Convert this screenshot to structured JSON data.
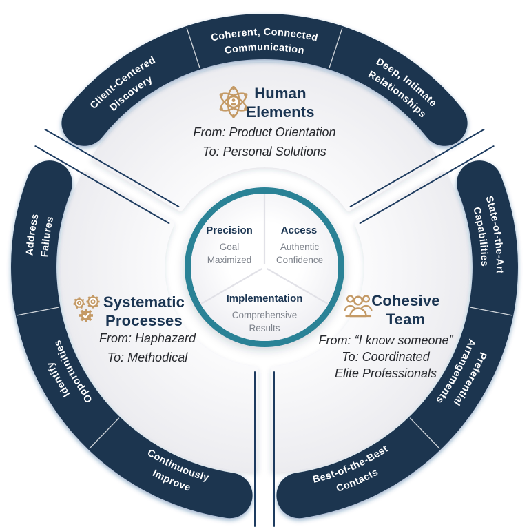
{
  "colors": {
    "navy": "#1b3450",
    "navyText": "#1b3552",
    "teal": "#2b8296",
    "tan": "#c49a66",
    "sectorFill": "#f0f0f3",
    "subtext": "#7d828b",
    "bodyText": "#26282d",
    "white": "#ffffff"
  },
  "bands": [
    {
      "position": "top",
      "segments": [
        {
          "lines": [
            "Client-Centered",
            "Discovery"
          ],
          "angle": -37.5,
          "dir": "cw"
        },
        {
          "lines": [
            "Coherent, Connected",
            "Communication"
          ],
          "angle": 0,
          "dir": "cw"
        },
        {
          "lines": [
            "Deep, Intimate",
            "Relationships"
          ],
          "angle": 37.5,
          "dir": "cw"
        }
      ]
    },
    {
      "position": "right",
      "segments": [
        {
          "lines": [
            "State-of-the-Art",
            "Capabilities"
          ],
          "angle": 82,
          "dir": "cw"
        },
        {
          "lines": [
            "Preferential",
            "Arrangements"
          ],
          "angle": 118.5,
          "dir": "cw"
        },
        {
          "lines": [
            "Best-of-the-Best",
            "Contacts"
          ],
          "angle": 156.5,
          "dir": "ccw"
        }
      ]
    },
    {
      "position": "left",
      "segments": [
        {
          "lines": [
            "Address",
            "Failures"
          ],
          "angle": 278,
          "dir": "cw"
        },
        {
          "lines": [
            "Identify",
            "Opportunities"
          ],
          "angle": 241.5,
          "dir": "cw"
        },
        {
          "lines": [
            "Continuously",
            "Improve"
          ],
          "angle": 203.5,
          "dir": "ccw"
        }
      ]
    }
  ],
  "sections": {
    "human": {
      "icon": "atom-people-icon",
      "title": [
        "Human",
        "Elements"
      ],
      "details": [
        "From: Product Orientation",
        "To: Personal Solutions"
      ]
    },
    "systematic": {
      "icon": "gears-icon",
      "title": [
        "Systematic",
        "Processes"
      ],
      "details": [
        "From: Haphazard",
        "To: Methodical"
      ]
    },
    "cohesive": {
      "icon": "team-icon",
      "title": [
        "Cohesive",
        "Team"
      ],
      "details": [
        "From: “I know someone”",
        "To: Coordinated",
        "Elite Professionals"
      ]
    }
  },
  "center": {
    "wedges": [
      {
        "title": "Precision",
        "lines": [
          "Goal",
          "Maximized"
        ]
      },
      {
        "title": "Access",
        "lines": [
          "Authentic",
          "Confidence"
        ]
      },
      {
        "title": "Implementation",
        "lines": [
          "Comprehensive",
          "Results"
        ]
      }
    ]
  }
}
